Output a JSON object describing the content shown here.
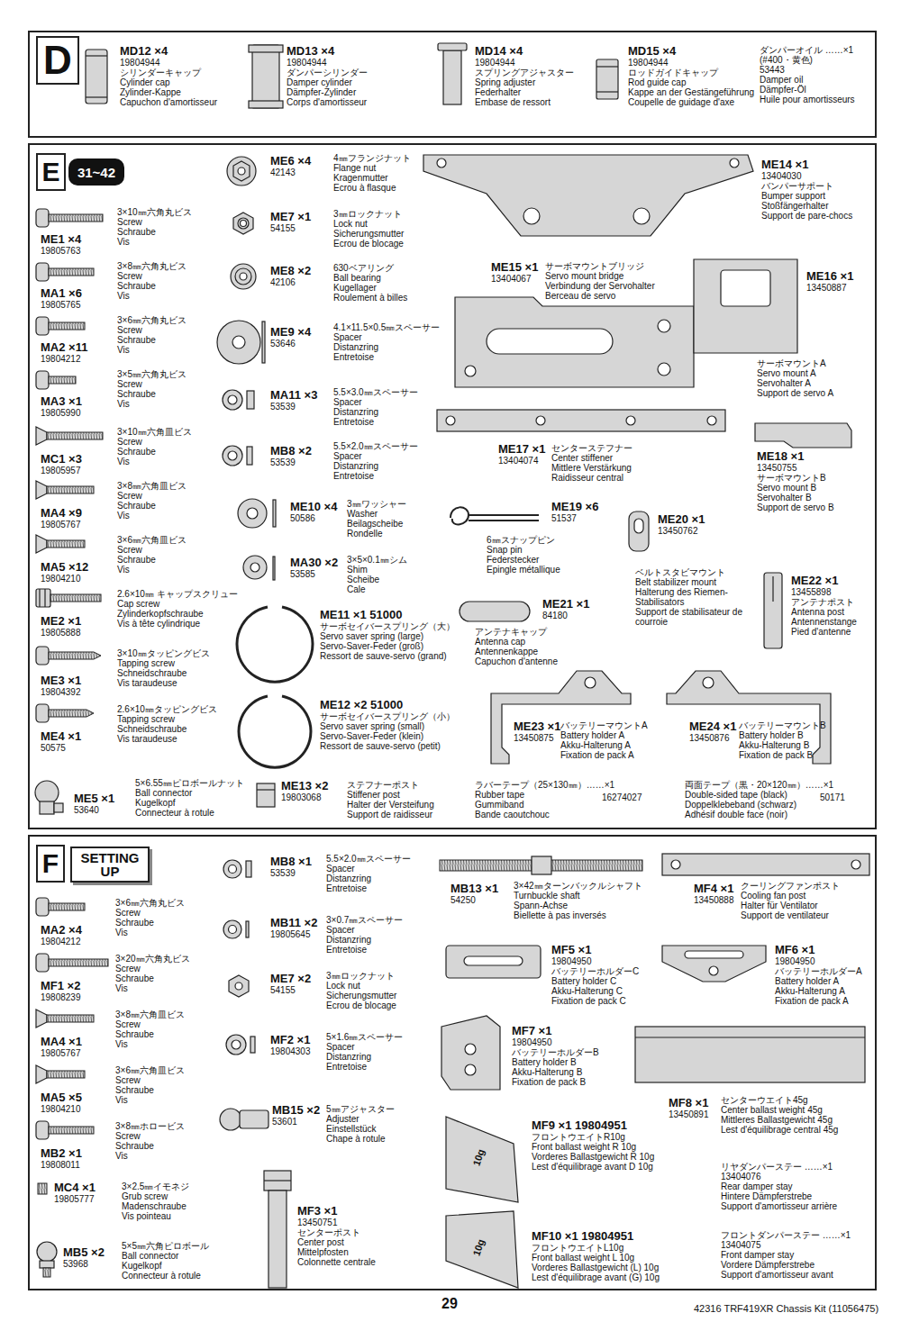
{
  "diagram": {
    "nodes": [
      {
        "text": [
          "D"
        ]
      },
      {
        "text": [
          "E"
        ]
      },
      {
        "text": [
          "31~42"
        ]
      },
      {
        "text": [
          "F"
        ]
      },
      {
        "text": [
          "SETTING UP"
        ]
      }
    ],
    "labels": [
      "MD12 ×4",
      "19804944",
      "シリンダーキャップ",
      "Cylinder cap",
      "Zylinder-Kappe",
      "Capuchon d'amortisseur",
      "MD13 ×4",
      "19804944",
      "ダンパーシリンダー",
      "Damper cylinder",
      "Dämpfer-Zylinder",
      "Corps d'amortisseur",
      "MD14 ×4",
      "19804944",
      "スプリングアジャスター",
      "Spring adjuster",
      "Federhalter",
      "Embase de ressort",
      "MD15 ×4",
      "19804944",
      "ロッドガイドキャップ",
      "Rod guide cap",
      "Kappe an der Gestängeführung",
      "Coupelle de guidage d'axe",
      "ダンパーオイル ……×1",
      "(#400・黄色)",
      "53443",
      "Damper oil",
      "Dämpfer-Öl",
      "Huile pour amortisseurs",
      "3×10㎜六角丸ビス",
      "Screw",
      "Schraube",
      "Vis",
      "ME1 ×4",
      "19805763",
      "3×8㎜六角丸ビス",
      "Screw",
      "Schraube",
      "Vis",
      "MA1 ×6",
      "19805765",
      "3×6㎜六角丸ビス",
      "Screw",
      "Schraube",
      "Vis",
      "MA2 ×11",
      "19804212",
      "3×5㎜六角丸ビス",
      "Screw",
      "Schraube",
      "Vis",
      "MA3 ×1",
      "19805990",
      "3×10㎜六角皿ビス",
      "Screw",
      "Schraube",
      "Vis",
      "MC1 ×3",
      "19805957",
      "3×8㎜六角皿ビス",
      "Screw",
      "Schraube",
      "Vis",
      "MA4 ×9",
      "19805767",
      "3×6㎜六角皿ビス",
      "Screw",
      "Schraube",
      "Vis",
      "MA5 ×12",
      "19804210",
      "2.6×10㎜ キャップスクリュー",
      "Cap screw",
      "Zylinderkopfschraube",
      "Vis à tête cylindrique",
      "ME2 ×1",
      "19805888",
      "3×10㎜タッピングビス",
      "Tapping screw",
      "Schneidschraube",
      "Vis taraudeuse",
      "ME3 ×1",
      "19804392",
      "2.6×10㎜タッピングビス",
      "Tapping screw",
      "Schneidschraube",
      "Vis taraudeuse",
      "ME4 ×1",
      "50575",
      "5×6.55㎜ピロボールナット",
      "Ball connector",
      "Kugelkopf",
      "Connecteur à rotule",
      "ME5 ×1",
      "53640",
      "ME6 ×4",
      "42143",
      "4㎜フランジナット",
      "Flange nut",
      "Kragenmutter",
      "Ecrou à flasque",
      "ME7 ×1",
      "54155",
      "3㎜ロックナット",
      "Lock nut",
      "Sicherungsmutter",
      "Ecrou de blocage",
      "ME8 ×2",
      "42106",
      "630ベアリング",
      "Ball bearing",
      "Kugellager",
      "Roulement à billes",
      "ME9 ×4",
      "53646",
      "4.1×11.5×0.5㎜スペーサー",
      "Spacer",
      "Distanzring",
      "Entretoise",
      "MA11 ×3",
      "53539",
      "5.5×3.0㎜スペーサー",
      "Spacer",
      "Distanzring",
      "Entretoise",
      "MB8 ×2",
      "53539",
      "5.5×2.0㎜スペーサー",
      "Spacer",
      "Distanzring",
      "Entretoise",
      "ME10 ×4",
      "50586",
      "3㎜ワッシャー",
      "Washer",
      "Beilagscheibe",
      "Rondelle",
      "MA30 ×2",
      "53585",
      "3×5×0.1㎜シム",
      "Shim",
      "Scheibe",
      "Cale",
      "ME11 ×1 51000",
      "サーボセイバースプリング（大）",
      "Servo saver spring (large)",
      "Servo-Saver-Feder (groß)",
      "Ressort de sauve-servo (grand)",
      "ME12 ×2 51000",
      "サーボセイバースプリング（小）",
      "Servo saver spring (small)",
      "Servo-Saver-Feder (klein)",
      "Ressort de sauve-servo (petit)",
      "ME13 ×2",
      "19803068",
      "ステフナーポスト",
      "Stiffener post",
      "Halter der Versteifung",
      "Support de raidisseur",
      "ME14 ×1",
      "13404030",
      "バンパーサポート",
      "Bumper support",
      "Stoßfängerhalter",
      "Support de pare-chocs",
      "ME15 ×1",
      "13404067",
      "サーボマウントブリッジ",
      "Servo mount bridge",
      "Verbindung der Servohalter",
      "Berceau de servo",
      "ME16 ×1",
      "13450887",
      "サーボマウントA",
      "Servo mount A",
      "Servohalter A",
      "Support de servo A",
      "ME17 ×1",
      "13404074",
      "センターステフナー",
      "Center stiffener",
      "Mittlere Verstärkung",
      "Raidisseur central",
      "ME18 ×1",
      "13450755",
      "サーボマウントB",
      "Servo mount B",
      "Servohalter B",
      "Support de servo B",
      "ME19 ×6",
      "51537",
      "6㎜スナップピン",
      "Snap pin",
      "Federstecker",
      "Epingle métallique",
      "ME20 ×1",
      "13450762",
      "ベルトスタビマウント",
      "Belt stabilizer mount",
      "Halterung des Riemen-Stabilisators",
      "Support de stabilisateur de courroie",
      "ME21 ×1",
      "84180",
      "アンテナキャップ",
      "Antenna cap",
      "Antennenkappe",
      "Capuchon d'antenne",
      "ME22 ×1",
      "13455898",
      "アンテナポスト",
      "Antenna post",
      "Antennenstange",
      "Pied d'antenne",
      "ME23 ×1",
      "13450875",
      "バッテリーマウントA",
      "Battery holder A",
      "Akku-Halterung A",
      "Fixation de pack A",
      "ME24 ×1",
      "13450876",
      "バッテリーマウントB",
      "Battery holder B",
      "Akku-Halterung B",
      "Fixation de pack B",
      "ラバーテープ（25×130㎜）……×1",
      "Rubber tape",
      "Gummiband",
      "Bande caoutchouc",
      "16274027",
      "両面テープ（黒・20×120㎜）……×1",
      "Double-sided tape (black)",
      "Doppelklebeband (schwarz)",
      "Adhésif double face (noir)",
      "50171",
      "3×6㎜六角丸ビス",
      "Screw",
      "Schraube",
      "Vis",
      "MA2 ×4",
      "19804212",
      "3×20㎜六角丸ビス",
      "Screw",
      "Schraube",
      "Vis",
      "MF1 ×2",
      "19808239",
      "3×8㎜六角皿ビス",
      "Screw",
      "Schraube",
      "Vis",
      "MA4 ×1",
      "19805767",
      "3×6㎜六角皿ビス",
      "Screw",
      "Schraube",
      "Vis",
      "MA5 ×5",
      "19804210",
      "3×8㎜ホロービス",
      "Screw",
      "Schraube",
      "Vis",
      "MB2 ×1",
      "19808011",
      "3×2.5㎜イモネジ",
      "Grub screw",
      "Madenschraube",
      "Vis pointeau",
      "MC4 ×1",
      "19805777",
      "5×5㎜六角ピロボール",
      "Ball connector",
      "Kugelkopf",
      "Connecteur à rotule",
      "MB5 ×2",
      "53968",
      "MB8 ×1",
      "53539",
      "5.5×2.0㎜スペーサー",
      "Spacer",
      "Distanzring",
      "Entretoise",
      "MB11 ×2",
      "19805645",
      "3×0.7㎜スペーサー",
      "Spacer",
      "Distanzring",
      "Entretoise",
      "ME7 ×2",
      "54155",
      "3㎜ロックナット",
      "Lock nut",
      "Sicherungsmutter",
      "Ecrou de blocage",
      "MF2 ×1",
      "19804303",
      "5×1.6㎜スペーサー",
      "Spacer",
      "Distanzring",
      "Entretoise",
      "MB15 ×2",
      "53601",
      "5㎜アジャスター",
      "Adjuster",
      "Einstellstück",
      "Chape à rotule",
      "MF3 ×1",
      "13450751",
      "センターポスト",
      "Center post",
      "Mittelpfosten",
      "Colonnette centrale",
      "MB13 ×1",
      "54250",
      "3×42㎜ターンバックルシャフト",
      "Turnbuckle shaft",
      "Spann-Achse",
      "Biellette à pas inversés",
      "MF4 ×1",
      "13450888",
      "クーリングファンポスト",
      "Cooling fan post",
      "Halter für Ventilator",
      "Support de ventilateur",
      "MF5 ×1",
      "19804950",
      "バッテリーホルダーC",
      "Battery holder C",
      "Akku-Halterung C",
      "Fixation de pack C",
      "MF6 ×1",
      "19804950",
      "バッテリーホルダーA",
      "Battery holder A",
      "Akku-Halterung A",
      "Fixation de pack A",
      "MF7 ×1",
      "19804950",
      "バッテリーホルダーB",
      "Battery holder B",
      "Akku-Halterung B",
      "Fixation de pack B",
      "MF8 ×1",
      "13450891",
      "センターウエイト45g",
      "Center ballast weight 45g",
      "Mittleres Ballastgewicht 45g",
      "Lest d'équilibrage central 45g",
      "MF9 ×1 19804951",
      "フロントウエイトR10g",
      "Front ballast weight R 10g",
      "Vorderes Ballastgewicht R 10g",
      "Lest d'équilibrage avant D 10g",
      "リヤダンパーステー ……×1",
      "13404076",
      "Rear damper stay",
      "Hintere Dämpferstrebe",
      "Support d'amortisseur arrière",
      "MF10 ×1 19804951",
      "フロントウエイトL10g",
      "Front ballast weight L 10g",
      "Vorderes Ballastgewicht (L) 10g",
      "Lest d'équilibrage avant (G) 10g",
      "フロントダンパーステー ……×1",
      "13404075",
      "Front damper stay",
      "Vordere Dämpferstrebe",
      "Support d'amortisseur avant",
      "10g",
      "10g",
      "29",
      "42316 TRF419XR Chassis Kit (11056475)"
    ]
  }
}
